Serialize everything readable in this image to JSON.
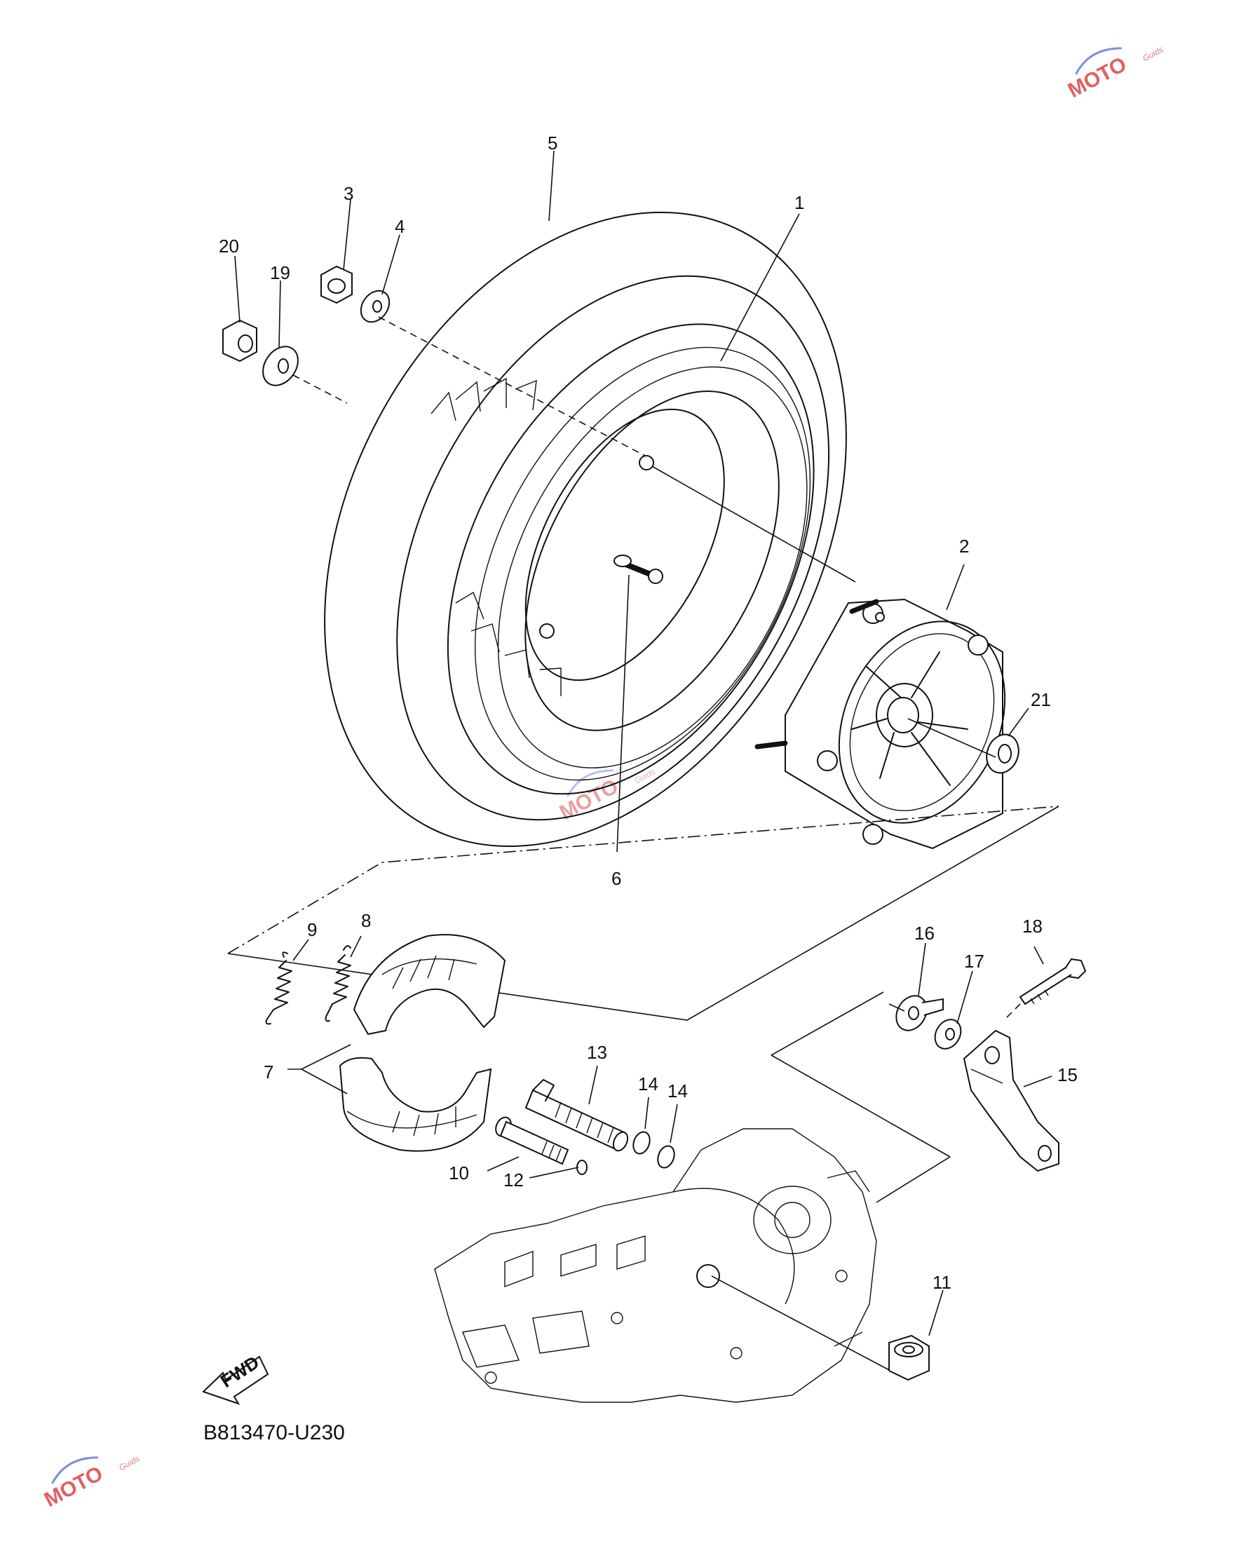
{
  "diagram": {
    "code": "B813470-U230",
    "fwd_label": "FWD",
    "callouts": [
      "1",
      "2",
      "3",
      "4",
      "5",
      "6",
      "7",
      "8",
      "9",
      "10",
      "11",
      "12",
      "13",
      "14",
      "14",
      "15",
      "16",
      "17",
      "18",
      "19",
      "20",
      "21"
    ]
  },
  "watermark": {
    "text": "MOTO",
    "subtext": "Guids",
    "color": "#e06060"
  }
}
